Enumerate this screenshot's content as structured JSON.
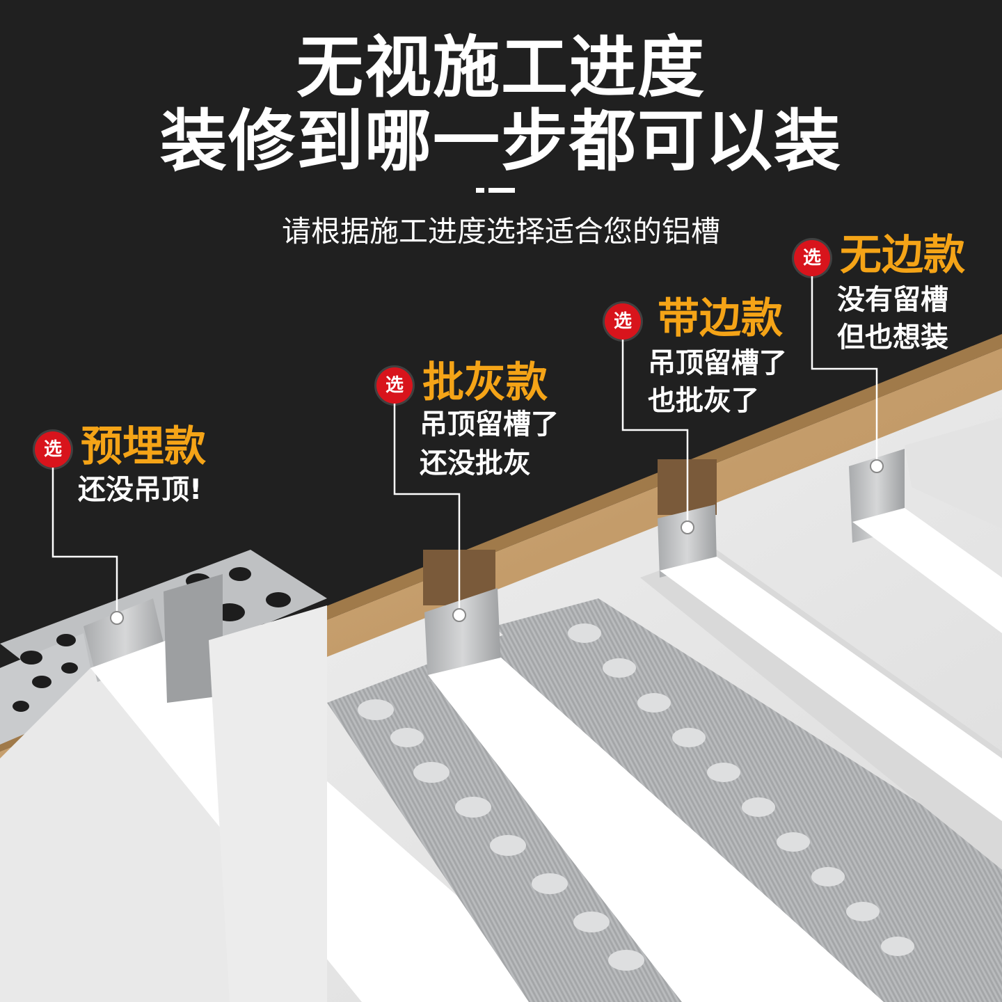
{
  "headline": {
    "line1": "无视施工进度",
    "line2": "装修到哪一步都可以装",
    "subtitle": "请根据施工进度选择适合您的铝槽"
  },
  "colors": {
    "background": "#202020",
    "accent": "#f5a417",
    "badge": "#d8141c",
    "text": "#ffffff",
    "wood": "#c9a374"
  },
  "options": [
    {
      "badge": "选",
      "name": "预埋款",
      "desc1": "还没吊顶!",
      "desc2": ""
    },
    {
      "badge": "选",
      "name": "批灰款",
      "desc1": "吊顶留槽了",
      "desc2": "还没批灰"
    },
    {
      "badge": "选",
      "name": "带边款",
      "desc1": "吊顶留槽了",
      "desc2": "也批灰了"
    },
    {
      "badge": "选",
      "name": "无边款",
      "desc1": "没有留槽",
      "desc2": "但也想装"
    }
  ]
}
